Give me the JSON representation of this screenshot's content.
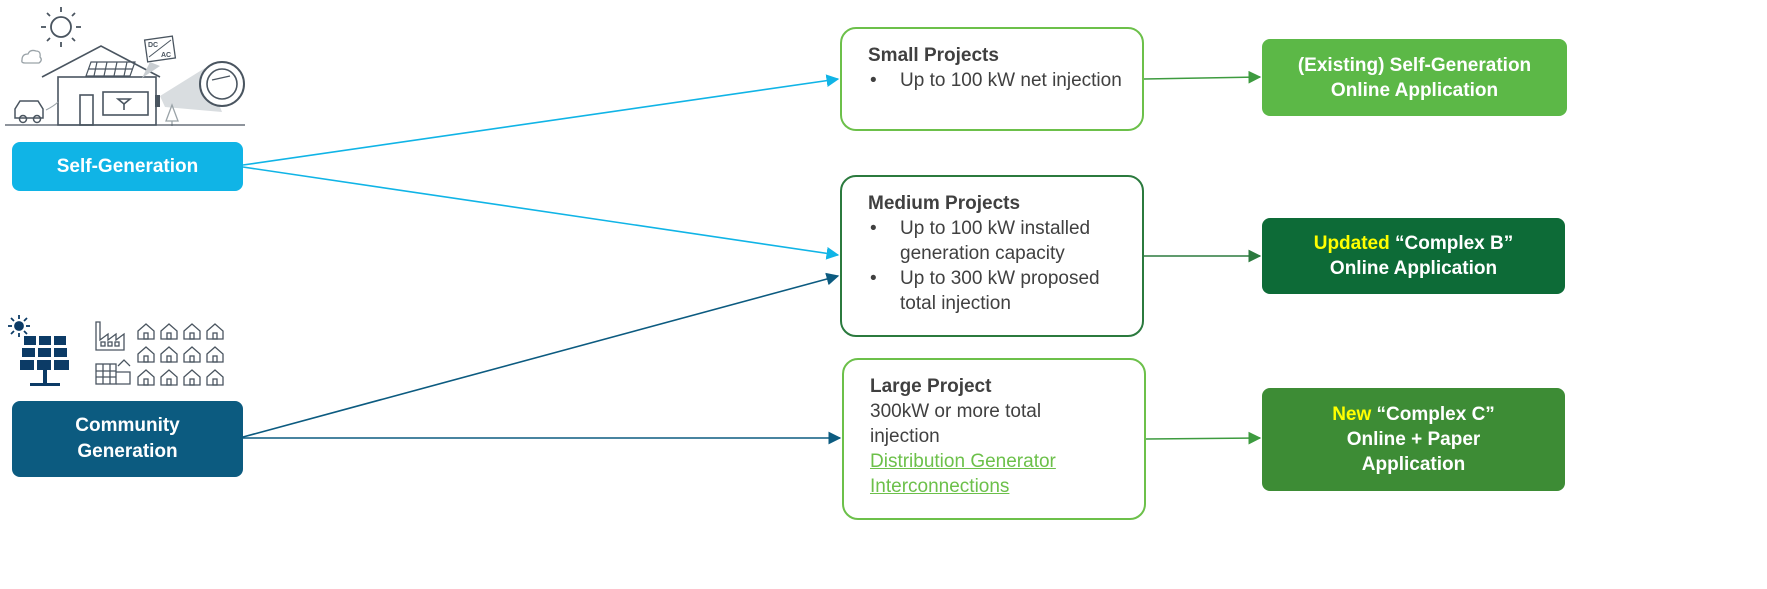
{
  "sources": {
    "self": "Self-Generation",
    "community_line1": "Community",
    "community_line2": "Generation"
  },
  "projects": {
    "small": {
      "title": "Small Projects",
      "bullet": "•",
      "items": [
        "Up to 100 kW net injection"
      ]
    },
    "medium": {
      "title": "Medium Projects",
      "bullet": "•",
      "items": [
        "Up to 100 kW installed generation capacity",
        "Up to 300 kW proposed total injection"
      ]
    },
    "large": {
      "title": "Large Project",
      "line1": "300kW or more total",
      "line2": "injection",
      "link_line1": "Distribution Generator",
      "link_line2": "Interconnections"
    }
  },
  "applications": {
    "app1": {
      "line1": "(Existing) Self-Generation",
      "line2": "Online Application"
    },
    "app2": {
      "highlight": "Updated",
      "rest": " “Complex B”",
      "line2": "Online Application"
    },
    "app3": {
      "highlight": "New",
      "rest": " “Complex C”",
      "line2": "Online + Paper",
      "line3": "Application"
    }
  },
  "icons": {
    "self": [
      "sun-icon",
      "cloud-icon",
      "house-icon",
      "solar-panel-icon",
      "inverter-dc-ac-icon",
      "meter-icon",
      "car-icon",
      "tree-icon"
    ],
    "community": [
      "sun-icon",
      "solar-array-icon",
      "factory-icon",
      "houses-icon"
    ],
    "inverter_label_dc": "DC",
    "inverter_label_ac": "AC"
  },
  "colors": {
    "self_blue": "#10b4e6",
    "community_blue": "#0c5b80",
    "green_light": "#5cb847",
    "green_dark": "#0d6b37",
    "green_mid": "#3d8c35",
    "highlight_yellow": "#ffff00"
  }
}
